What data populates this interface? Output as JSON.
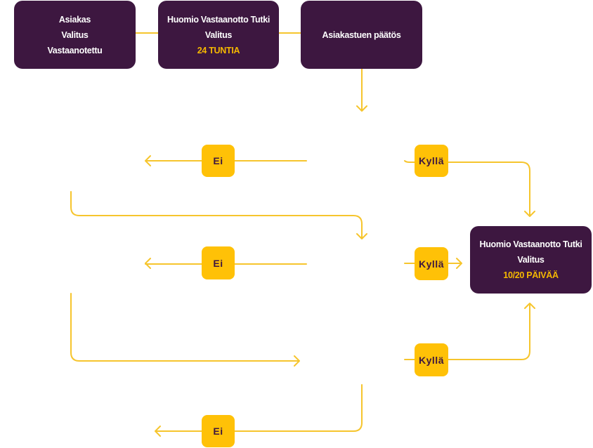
{
  "colors": {
    "box": "#3d1740",
    "accent": "#ffc107",
    "line": "#f6c52d",
    "highlight": "#f5b800"
  },
  "boxes": {
    "received": {
      "line1": "Asiakas",
      "line2": "Valitus",
      "line3": "Vastaanotettu"
    },
    "acknowledge": {
      "line1": "Huomio Vastaanotto Tutki",
      "line2": "Valitus",
      "line3": "24 TUNTIA"
    },
    "decision": {
      "line1": "Asiakastuen päätös"
    },
    "final": {
      "line1": "Huomio Vastaanotto Tutki",
      "line2": "Valitus",
      "line3": "10/20 PÄIVÄÄ"
    }
  },
  "badges": {
    "no": "Ei",
    "yes": "Kyllä"
  }
}
